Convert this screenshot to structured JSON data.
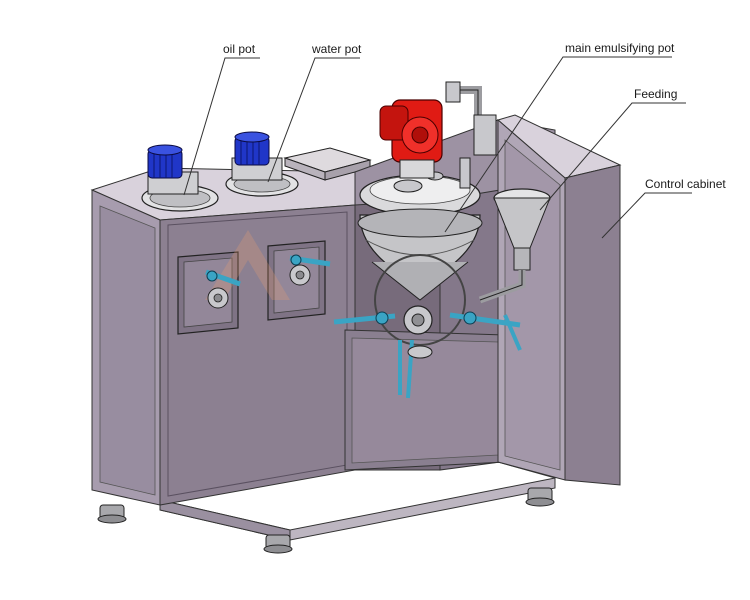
{
  "labels": {
    "oil_pot": "oil pot",
    "water_pot": "water pot",
    "main_pot": "main emulsifying pot",
    "feeding": "Feeding",
    "control_cabinet": "Control cabinet"
  },
  "colors": {
    "cabinet_front": "#8c8091",
    "cabinet_top": "#d9d2dc",
    "cabinet_side": "#a79cae",
    "interior_wall": "#776b7b",
    "steel": "#c5c5c8",
    "motor_red": "#e01b14",
    "motor_blue": "#2036c8",
    "valve_teal": "#3aa4c4",
    "leader_line": "#333333"
  }
}
